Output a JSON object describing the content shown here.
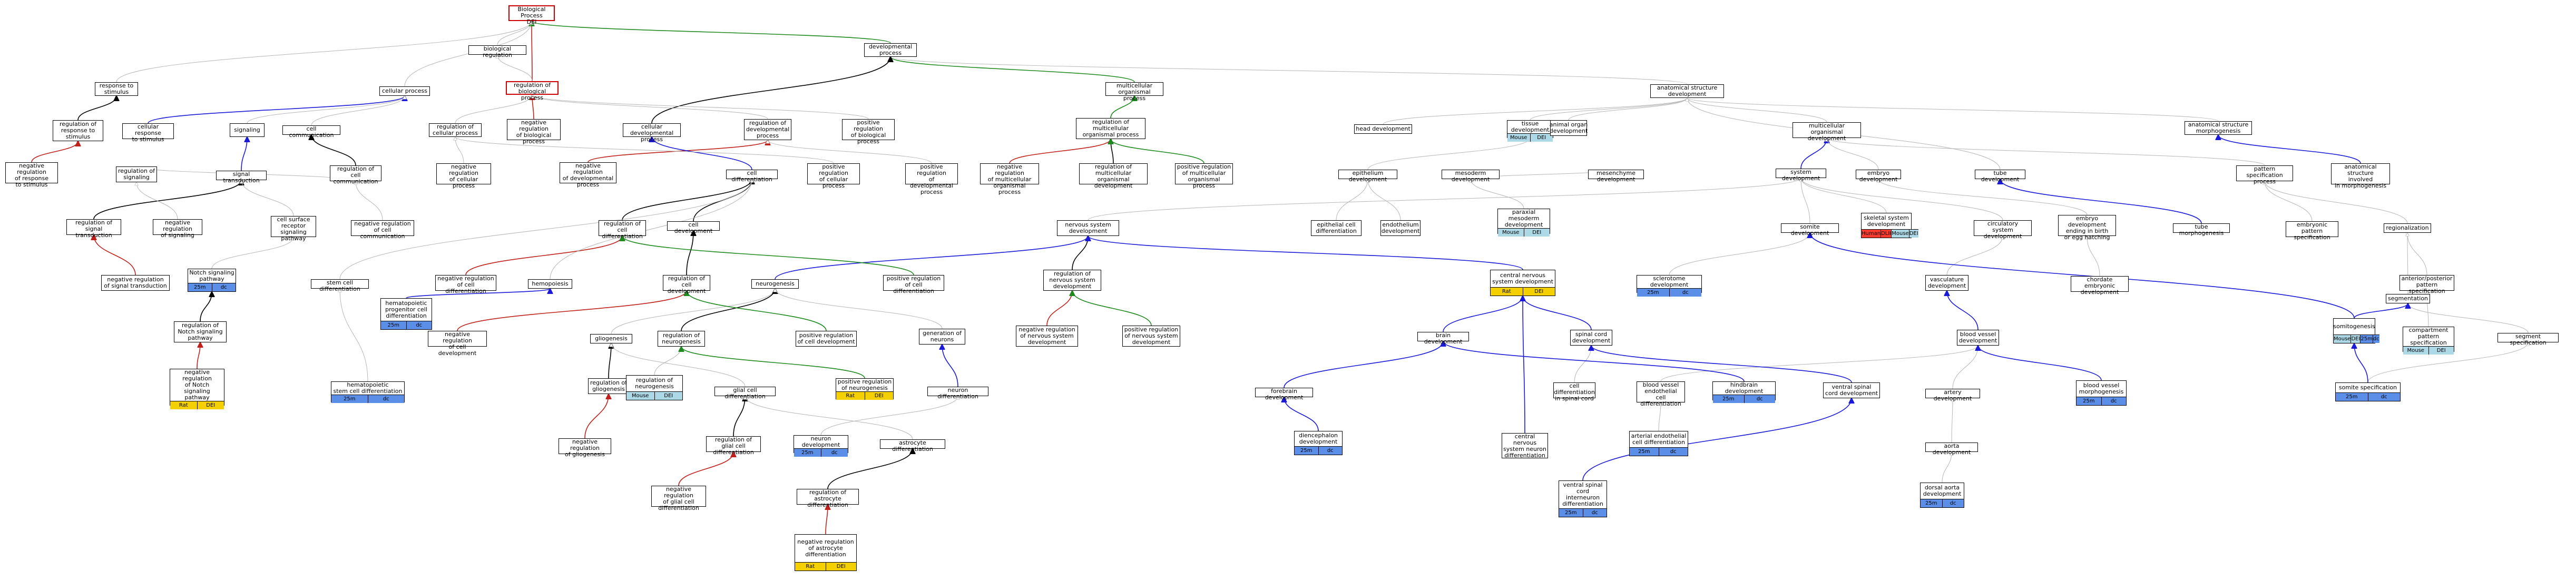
{
  "nodes": [
    {
      "id": "bp",
      "label": "Biological Process\nDEI"
    },
    {
      "id": "breg",
      "label": "biological regulation"
    },
    {
      "id": "rbp",
      "label": "regulation of\nbiological process"
    },
    {
      "id": "dev",
      "label": "developmental\nprocess"
    },
    {
      "id": "rts",
      "label": "response to\nstimulus"
    },
    {
      "id": "cp",
      "label": "cellular process"
    },
    {
      "id": "mop",
      "label": "multicellular\norganismal process"
    },
    {
      "id": "asd",
      "label": "anatomical structure\ndevelopment"
    },
    {
      "id": "rrts",
      "label": "regulation of\nresponse to\nstimulus"
    },
    {
      "id": "crs",
      "label": "cellular response\nto stimulus"
    },
    {
      "id": "sig",
      "label": "signaling"
    },
    {
      "id": "cc",
      "label": "cell communication"
    },
    {
      "id": "rcp",
      "label": "regulation of\ncellular process"
    },
    {
      "id": "nrbp",
      "label": "negative regulation\nof biological\nprocess"
    },
    {
      "id": "cdp",
      "label": "cellular developmental\nprocess"
    },
    {
      "id": "rdp",
      "label": "regulation of\ndevelopmental\nprocess"
    },
    {
      "id": "prbp",
      "label": "positive regulation\nof biological\nprocess"
    },
    {
      "id": "rmop",
      "label": "regulation of\nmulticellular\norganismal process"
    },
    {
      "id": "mod",
      "label": "multicellular\norganismal development"
    },
    {
      "id": "hd",
      "label": "head development"
    },
    {
      "id": "td",
      "label": "tissue development",
      "tags": [
        {
          "t": "Mouse",
          "c": "#add8e6"
        },
        {
          "t": "DEI",
          "c": "#add8e6"
        }
      ]
    },
    {
      "id": "aod",
      "label": "animal organ\ndevelopment"
    },
    {
      "id": "asm",
      "label": "anatomical structure\nmorphogenesis"
    },
    {
      "id": "nrrs",
      "label": "negative regulation\nof response\nto stimulus"
    },
    {
      "id": "ros",
      "label": "regulation of\nsignaling"
    },
    {
      "id": "st",
      "label": "signal transduction"
    },
    {
      "id": "rcc",
      "label": "regulation of\ncell communication"
    },
    {
      "id": "nrcp",
      "label": "negative regulation\nof cellular\nprocess"
    },
    {
      "id": "nrdp",
      "label": "negative regulation\nof developmental\nprocess"
    },
    {
      "id": "cd",
      "label": "cell differentiation"
    },
    {
      "id": "prcp",
      "label": "positive regulation\nof cellular\nprocess"
    },
    {
      "id": "prdp",
      "label": "positive regulation\nof developmental\nprocess"
    },
    {
      "id": "nrmop",
      "label": "negative regulation\nof multicellular\norganismal process"
    },
    {
      "id": "rmod",
      "label": "regulation of\nmulticellular\norganismal development"
    },
    {
      "id": "prmop",
      "label": "positive regulation\nof multicellular\norganismal process"
    },
    {
      "id": "ed",
      "label": "epithelium development"
    },
    {
      "id": "mesd",
      "label": "mesoderm development"
    },
    {
      "id": "mmd",
      "label": "mesenchyme development"
    },
    {
      "id": "sysd",
      "label": "system development"
    },
    {
      "id": "embd",
      "label": "embryo development"
    },
    {
      "id": "tubd",
      "label": "tube development"
    },
    {
      "id": "pspec",
      "label": "pattern specification\nprocess"
    },
    {
      "id": "asmm",
      "label": "anatomical structure\ninvolved\nin morphogenesis"
    },
    {
      "id": "rst",
      "label": "regulation of\nsignal transduction"
    },
    {
      "id": "nros",
      "label": "negative regulation\nof signaling"
    },
    {
      "id": "csrs",
      "label": "cell surface\nreceptor signaling\npathway"
    },
    {
      "id": "nrcc",
      "label": "negative regulation\nof cell communication"
    },
    {
      "id": "rcd",
      "label": "regulation of\ncell differentiation"
    },
    {
      "id": "celd",
      "label": "cell development"
    },
    {
      "id": "nsd",
      "label": "nervous system\ndevelopment"
    },
    {
      "id": "ecd",
      "label": "epithelial cell\ndifferentiation"
    },
    {
      "id": "endd",
      "label": "endothelium\ndevelopment"
    },
    {
      "id": "pmd",
      "label": "paraxial mesoderm\ndevelopment",
      "tags": [
        {
          "t": "Mouse",
          "c": "#add8e6"
        },
        {
          "t": "DEI",
          "c": "#add8e6"
        }
      ]
    },
    {
      "id": "somd",
      "label": "somite development"
    },
    {
      "id": "skd",
      "label": "skeletal system\ndevelopment",
      "tags": [
        {
          "t": "Human",
          "c": "#ff3b30"
        },
        {
          "t": "DLII",
          "c": "#ff3b30"
        },
        {
          "t": "Mouse",
          "c": "#add8e6"
        },
        {
          "t": "DEI",
          "c": "#add8e6"
        }
      ]
    },
    {
      "id": "circ",
      "label": "circulatory\nsystem development"
    },
    {
      "id": "tmorph",
      "label": "tube morphogenesis"
    },
    {
      "id": "ebd",
      "label": "embryo development\nending in birth\nor egg hatching"
    },
    {
      "id": "emps",
      "label": "embryonic pattern\nspecification"
    },
    {
      "id": "regz",
      "label": "regionalization"
    },
    {
      "id": "nrst",
      "label": "negative regulation\nof signal transduction"
    },
    {
      "id": "nsp",
      "label": "Notch signaling\npathway",
      "tags": [
        {
          "t": "25m",
          "c": "#5b8ee6"
        },
        {
          "t": "dc",
          "c": "#5b8ee6"
        }
      ]
    },
    {
      "id": "scd",
      "label": "stem cell differentiation"
    },
    {
      "id": "nrcd",
      "label": "negative regulation\nof cell differentiation"
    },
    {
      "id": "hemo",
      "label": "hemopoiesis"
    },
    {
      "id": "hpcd",
      "label": "hematopoietic\nprogenitor cell\ndifferentiation",
      "tags": [
        {
          "t": "25m",
          "c": "#5b8ee6"
        },
        {
          "t": "dc",
          "c": "#5b8ee6"
        }
      ]
    },
    {
      "id": "rcdev",
      "label": "regulation of\ncell development"
    },
    {
      "id": "neuro",
      "label": "neurogenesis"
    },
    {
      "id": "prcd",
      "label": "positive regulation\nof cell differentiation"
    },
    {
      "id": "rnsd",
      "label": "regulation of\nnervous system\ndevelopment"
    },
    {
      "id": "cns",
      "label": "central nervous\nsystem development",
      "tags": [
        {
          "t": "Rat",
          "c": "#f5d000"
        },
        {
          "t": "DEI",
          "c": "#f5d000"
        }
      ]
    },
    {
      "id": "scl",
      "label": "sclerotome development",
      "tags": [
        {
          "t": "25m",
          "c": "#5b8ee6"
        },
        {
          "t": "dc",
          "c": "#5b8ee6"
        }
      ]
    },
    {
      "id": "vasd",
      "label": "vasculature\ndevelopment"
    },
    {
      "id": "cemb",
      "label": "chordate embryonic\ndevelopment"
    },
    {
      "id": "apps",
      "label": "anterior/posterior\npattern specification"
    },
    {
      "id": "segm",
      "label": "segmentation"
    },
    {
      "id": "rnsp",
      "label": "regulation of\nNotch signaling\npathway"
    },
    {
      "id": "nrnsp",
      "label": "negative regulation\nof Notch signaling\npathway",
      "tags": [
        {
          "t": "Rat",
          "c": "#f5d000"
        },
        {
          "t": "DEI",
          "c": "#f5d000"
        }
      ]
    },
    {
      "id": "hscd",
      "label": "hematopoietic\nstem cell differentiation",
      "tags": [
        {
          "t": "25m",
          "c": "#5b8ee6"
        },
        {
          "t": "dc",
          "c": "#5b8ee6"
        }
      ]
    },
    {
      "id": "nrcdev",
      "label": "negative regulation\nof cell development"
    },
    {
      "id": "glio",
      "label": "gliogenesis"
    },
    {
      "id": "rneuro",
      "label": "regulation of\nneurogenesis"
    },
    {
      "id": "prcdev",
      "label": "positive regulation\nof cell development"
    },
    {
      "id": "gon",
      "label": "generation of\nneurons"
    },
    {
      "id": "nrnsd",
      "label": "negative regulation\nof nervous system\ndevelopment"
    },
    {
      "id": "prnsd",
      "label": "positive regulation\nof nervous system\ndevelopment"
    },
    {
      "id": "bd",
      "label": "brain development"
    },
    {
      "id": "scdv",
      "label": "spinal cord\ndevelopment"
    },
    {
      "id": "bvd",
      "label": "blood vessel\ndevelopment"
    },
    {
      "id": "somg",
      "label": "somitogenesis",
      "tags": [
        {
          "t": "Mouse",
          "c": "#add8e6"
        },
        {
          "t": "DEI",
          "c": "#add8e6"
        },
        {
          "t": "25m",
          "c": "#5b8ee6"
        },
        {
          "t": "dc",
          "c": "#5b8ee6"
        }
      ]
    },
    {
      "id": "comp",
      "label": "compartment\npattern specification",
      "tags": [
        {
          "t": "Mouse",
          "c": "#add8e6"
        },
        {
          "t": "DEI",
          "c": "#add8e6"
        }
      ]
    },
    {
      "id": "segs",
      "label": "segment specification"
    },
    {
      "id": "rglio",
      "label": "regulation of\ngliogenesis"
    },
    {
      "id": "rneur",
      "label": "regulation of\nneurogenesis",
      "tags": [
        {
          "t": "Mouse",
          "c": "#add8e6"
        },
        {
          "t": "DEI",
          "c": "#add8e6"
        }
      ]
    },
    {
      "id": "gcd",
      "label": "glial cell differentiation"
    },
    {
      "id": "prneuro",
      "label": "positive regulation\nof neurogenesis",
      "tags": [
        {
          "t": "Rat",
          "c": "#f5d000"
        },
        {
          "t": "DEI",
          "c": "#f5d000"
        }
      ]
    },
    {
      "id": "nd",
      "label": "neuron differentiation"
    },
    {
      "id": "fbd",
      "label": "forebrain development"
    },
    {
      "id": "cdsc",
      "label": "cell differentiation\nin spinal cord"
    },
    {
      "id": "bvec",
      "label": "blood vessel\nendothelial\ncell differentiation"
    },
    {
      "id": "hbd",
      "label": "hindbrain development",
      "tags": [
        {
          "t": "25m",
          "c": "#5b8ee6"
        },
        {
          "t": "dc",
          "c": "#5b8ee6"
        }
      ]
    },
    {
      "id": "vscd",
      "label": "ventral spinal\ncord development"
    },
    {
      "id": "ard",
      "label": "artery development"
    },
    {
      "id": "bvm",
      "label": "blood vessel\nmorphogenesis",
      "tags": [
        {
          "t": "25m",
          "c": "#5b8ee6"
        },
        {
          "t": "dc",
          "c": "#5b8ee6"
        }
      ]
    },
    {
      "id": "ss",
      "label": "somite specification",
      "tags": [
        {
          "t": "25m",
          "c": "#5b8ee6"
        },
        {
          "t": "dc",
          "c": "#5b8ee6"
        }
      ]
    },
    {
      "id": "nrg",
      "label": "negative regulation\nof gliogenesis"
    },
    {
      "id": "rgcd",
      "label": "regulation of\nglial cell differentiation"
    },
    {
      "id": "nrnd",
      "label": "neuron development",
      "tags": [
        {
          "t": "25m",
          "c": "#5b8ee6"
        },
        {
          "t": "dc",
          "c": "#5b8ee6"
        }
      ]
    },
    {
      "id": "ad",
      "label": "astrocyte differentiation"
    },
    {
      "id": "dien",
      "label": "diencephalon\ndevelopment",
      "tags": [
        {
          "t": "25m",
          "c": "#5b8ee6"
        },
        {
          "t": "dc",
          "c": "#5b8ee6"
        }
      ]
    },
    {
      "id": "cnsnd",
      "label": "central nervous\nsystem neuron\ndifferentiation"
    },
    {
      "id": "aeccd",
      "label": "arterial endothelial\ncell differentiation",
      "tags": [
        {
          "t": "25m",
          "c": "#5b8ee6"
        },
        {
          "t": "dc",
          "c": "#5b8ee6"
        }
      ]
    },
    {
      "id": "aod2",
      "label": "aorta development"
    },
    {
      "id": "nrgcd",
      "label": "negative regulation\nof glial cell\ndifferentiation"
    },
    {
      "id": "rad",
      "label": "regulation of\nastrocyte differentiation"
    },
    {
      "id": "vsci",
      "label": "ventral spinal\ncord interneuron\ndifferentiation",
      "tags": [
        {
          "t": "25m",
          "c": "#5b8ee6"
        },
        {
          "t": "dc",
          "c": "#5b8ee6"
        }
      ]
    },
    {
      "id": "dad",
      "label": "dorsal aorta\ndevelopment",
      "tags": [
        {
          "t": "25m",
          "c": "#5b8ee6"
        },
        {
          "t": "dc",
          "c": "#5b8ee6"
        }
      ]
    },
    {
      "id": "nrad",
      "label": "negative regulation\nof astrocyte\ndifferentiation",
      "tags": [
        {
          "t": "Rat",
          "c": "#f5d000"
        },
        {
          "t": "DEI",
          "c": "#f5d000"
        }
      ]
    }
  ],
  "edges": [
    [
      "breg",
      "bp",
      "gray"
    ],
    [
      "rbp",
      "bp",
      "red"
    ],
    [
      "rbp",
      "breg",
      "gray"
    ],
    [
      "dev",
      "bp",
      "green"
    ],
    [
      "rts",
      "bp",
      "gray"
    ],
    [
      "cp",
      "bp",
      "gray"
    ],
    [
      "mop",
      "dev",
      "green"
    ],
    [
      "asd",
      "dev",
      "gray"
    ],
    [
      "rrts",
      "rts",
      "black"
    ],
    [
      "crs",
      "cp",
      "blue"
    ],
    [
      "sig",
      "cp",
      "gray"
    ],
    [
      "cc",
      "cp",
      "gray"
    ],
    [
      "rcp",
      "rbp",
      "gray"
    ],
    [
      "nrbp",
      "rbp",
      "red"
    ],
    [
      "cdp",
      "dev",
      "black"
    ],
    [
      "rdp",
      "rbp",
      "gray"
    ],
    [
      "prbp",
      "rbp",
      "gray"
    ],
    [
      "rmop",
      "mop",
      "green"
    ],
    [
      "mod",
      "asd",
      "gray"
    ],
    [
      "hd",
      "asd",
      "gray"
    ],
    [
      "td",
      "asd",
      "gray"
    ],
    [
      "aod",
      "asd",
      "gray"
    ],
    [
      "asm",
      "asd",
      "gray"
    ],
    [
      "nrrs",
      "rrts",
      "red"
    ],
    [
      "ros",
      "rcc",
      "gray"
    ],
    [
      "st",
      "sig",
      "blue"
    ],
    [
      "rcc",
      "cc",
      "black"
    ],
    [
      "nrcp",
      "rcp",
      "gray"
    ],
    [
      "nrdp",
      "rdp",
      "red"
    ],
    [
      "cd",
      "cdp",
      "blue"
    ],
    [
      "prcp",
      "rcp",
      "gray"
    ],
    [
      "prdp",
      "rdp",
      "gray"
    ],
    [
      "nrmop",
      "rmop",
      "red"
    ],
    [
      "rmod",
      "rmop",
      "black"
    ],
    [
      "prmop",
      "rmop",
      "green"
    ],
    [
      "ed",
      "td",
      "gray"
    ],
    [
      "mmd",
      "mesd",
      "gray"
    ],
    [
      "sysd",
      "mod",
      "blue"
    ],
    [
      "embd",
      "mod",
      "gray"
    ],
    [
      "tubd",
      "asd",
      "gray"
    ],
    [
      "pspec",
      "mod",
      "gray"
    ],
    [
      "asmm",
      "asm",
      "blue"
    ],
    [
      "rst",
      "st",
      "black"
    ],
    [
      "nros",
      "ros",
      "gray"
    ],
    [
      "csrs",
      "st",
      "gray"
    ],
    [
      "nrcc",
      "rcc",
      "gray"
    ],
    [
      "rcd",
      "cd",
      "black"
    ],
    [
      "celd",
      "cd",
      "black"
    ],
    [
      "nsd",
      "sysd",
      "gray"
    ],
    [
      "ecd",
      "ed",
      "gray"
    ],
    [
      "endd",
      "ed",
      "gray"
    ],
    [
      "pmd",
      "mesd",
      "gray"
    ],
    [
      "somd",
      "sysd",
      "gray"
    ],
    [
      "skd",
      "sysd",
      "gray"
    ],
    [
      "circ",
      "sysd",
      "gray"
    ],
    [
      "tmorph",
      "tubd",
      "blue"
    ],
    [
      "ebd",
      "embd",
      "gray"
    ],
    [
      "emps",
      "pspec",
      "gray"
    ],
    [
      "regz",
      "pspec",
      "gray"
    ],
    [
      "nrst",
      "rst",
      "red"
    ],
    [
      "nsp",
      "csrs",
      "gray"
    ],
    [
      "scd",
      "cd",
      "gray"
    ],
    [
      "nrcd",
      "rcd",
      "red"
    ],
    [
      "hemo",
      "cd",
      "gray"
    ],
    [
      "hpcd",
      "hemo",
      "blue"
    ],
    [
      "rcdev",
      "celd",
      "black"
    ],
    [
      "neuro",
      "nsd",
      "blue"
    ],
    [
      "prcd",
      "rcd",
      "green"
    ],
    [
      "rnsd",
      "nsd",
      "black"
    ],
    [
      "cns",
      "nsd",
      "blue"
    ],
    [
      "scl",
      "somd",
      "gray"
    ],
    [
      "vasd",
      "circ",
      "gray"
    ],
    [
      "cemb",
      "ebd",
      "gray"
    ],
    [
      "apps",
      "regz",
      "gray"
    ],
    [
      "segm",
      "regz",
      "gray"
    ],
    [
      "rnsp",
      "nsp",
      "black"
    ],
    [
      "nrnsp",
      "rnsp",
      "red"
    ],
    [
      "hscd",
      "scd",
      "gray"
    ],
    [
      "nrcdev",
      "rcdev",
      "red"
    ],
    [
      "glio",
      "neuro",
      "gray"
    ],
    [
      "rneuro",
      "neuro",
      "black"
    ],
    [
      "prcdev",
      "rcdev",
      "green"
    ],
    [
      "gon",
      "neuro",
      "gray"
    ],
    [
      "nrnsd",
      "rnsd",
      "red"
    ],
    [
      "prnsd",
      "rnsd",
      "green"
    ],
    [
      "bd",
      "cns",
      "blue"
    ],
    [
      "scdv",
      "cns",
      "blue"
    ],
    [
      "bvd",
      "vasd",
      "blue"
    ],
    [
      "somg",
      "somd",
      "blue"
    ],
    [
      "comp",
      "apps",
      "gray"
    ],
    [
      "segs",
      "segm",
      "gray"
    ],
    [
      "rglio",
      "glio",
      "black"
    ],
    [
      "rneur",
      "rneuro",
      "gray"
    ],
    [
      "gcd",
      "glio",
      "gray"
    ],
    [
      "prneuro",
      "rneuro",
      "green"
    ],
    [
      "nd",
      "gon",
      "blue"
    ],
    [
      "fbd",
      "bd",
      "blue"
    ],
    [
      "cdsc",
      "scdv",
      "gray"
    ],
    [
      "bvec",
      "bvd",
      "gray"
    ],
    [
      "hbd",
      "bd",
      "blue"
    ],
    [
      "vscd",
      "scdv",
      "blue"
    ],
    [
      "ard",
      "bvd",
      "gray"
    ],
    [
      "bvm",
      "bvd",
      "blue"
    ],
    [
      "ss",
      "segs",
      "gray"
    ],
    [
      "nrg",
      "rglio",
      "red"
    ],
    [
      "rgcd",
      "gcd",
      "black"
    ],
    [
      "nrnd",
      "nd",
      "gray"
    ],
    [
      "ad",
      "gcd",
      "gray"
    ],
    [
      "dien",
      "fbd",
      "blue"
    ],
    [
      "cnsnd",
      "cns",
      "blue"
    ],
    [
      "aeccd",
      "bvec",
      "gray"
    ],
    [
      "aod2",
      "ard",
      "gray"
    ],
    [
      "nrgcd",
      "rgcd",
      "red"
    ],
    [
      "rad",
      "ad",
      "black"
    ],
    [
      "vsci",
      "vscd",
      "blue"
    ],
    [
      "dad",
      "aod2",
      "gray"
    ],
    [
      "nrad",
      "rad",
      "red"
    ],
    [
      "somg",
      "segm",
      "blue"
    ],
    [
      "ss",
      "somg",
      "blue"
    ]
  ],
  "edge_colors": {
    "gray": "#b5b5b5",
    "red": "#c0211b",
    "green": "#1f8a1f",
    "blue": "#1a1ad8",
    "black": "#000000"
  }
}
